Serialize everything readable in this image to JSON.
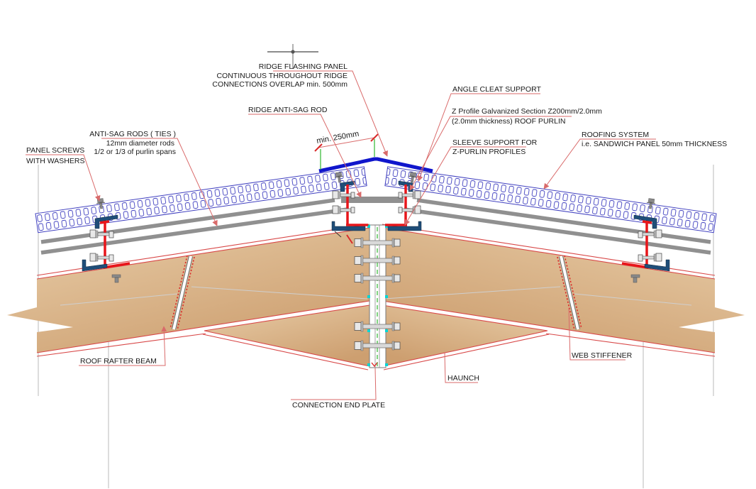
{
  "drawing_type": "roof ridge connection detail (CAD section drawing)",
  "labels": {
    "ridge_flashing_panel": {
      "line1": "RIDGE FLASHING PANEL",
      "line2": "CONTINUOUS THROUGHOUT RIDGE",
      "line3": "CONNECTIONS OVERLAP min. 500mm"
    },
    "ridge_anti_sag_rod": {
      "text": "RIDGE ANTI-SAG ROD"
    },
    "anti_sag_rods": {
      "line1": "ANTI-SAG RODS ( TIES )",
      "line2": "12mm diameter rods",
      "line3": "1/2 or 1/3 of purlin spans"
    },
    "panel_screws": {
      "line1": "PANEL SCREWS",
      "line2": "WITH WASHERS"
    },
    "angle_cleat_support": {
      "text": "ANGLE CLEAT SUPPORT"
    },
    "roof_purlin": {
      "line1": "Z Profile Galvanized Section Z200mm/2.0mm",
      "line2": "(2.0mm thickness) ROOF PURLIN"
    },
    "sleeve_support": {
      "line1": "SLEEVE SUPPORT FOR",
      "line2": "Z-PURLIN PROFILES"
    },
    "roofing_system": {
      "line1": "ROOFING SYSTEM",
      "line2": "i.e. SANDWICH PANEL 50mm THICKNESS"
    },
    "roof_rafter_beam": {
      "text": "ROOF RAFTER BEAM"
    },
    "web_stiffener": {
      "text": "WEB STIFFENER"
    },
    "haunch": {
      "text": "HAUNCH"
    },
    "connection_end_plate": {
      "text": "CONNECTION END PLATE"
    },
    "ridge_dimension": {
      "text": "min. 250mm"
    }
  },
  "colors": {
    "leader_red": "#d96a6a",
    "detail_red": "#d92b2b",
    "purlin_red": "#e8151a",
    "cleat_navy": "#1f4e79",
    "flashing_blue": "#1016cc",
    "panel_blue": "#4040c0",
    "rod_gray": "#909090",
    "beam_edge_red": "#d84848",
    "extension_green": "#2eb82e",
    "plate_cyan": "#00d5d5",
    "beam_tan_light": "#e8cda8",
    "beam_tan_dark": "#cd9f70",
    "text_black": "#1a1a1a"
  }
}
